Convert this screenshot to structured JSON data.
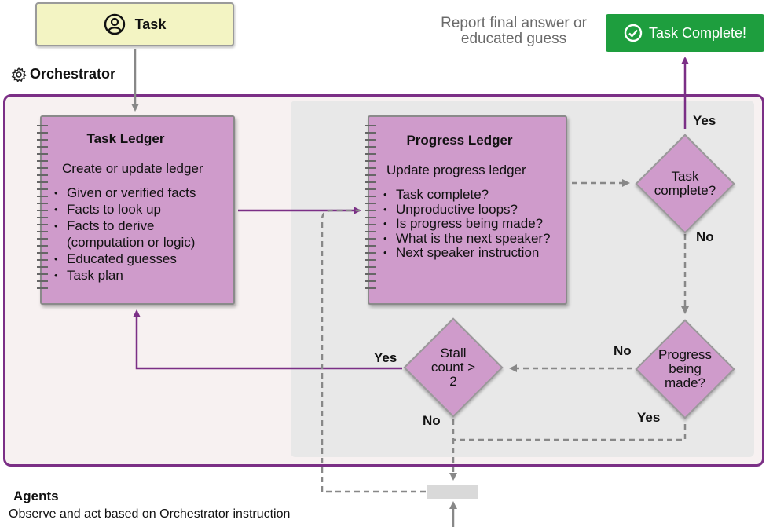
{
  "task": {
    "label": "Task",
    "icon": "user-circle-icon"
  },
  "orchestrator": {
    "label": "Orchestrator",
    "icon": "gear-icon"
  },
  "task_ledger": {
    "title": "Task Ledger",
    "subtitle": "Create or update ledger",
    "items": [
      "Given or verified facts",
      "Facts to look up",
      "Facts to derive (computation or logic)",
      "Educated guesses",
      "Task plan"
    ]
  },
  "progress_ledger": {
    "title": "Progress Ledger",
    "subtitle": "Update progress ledger",
    "items": [
      "Task complete?",
      "Unproductive loops?",
      "Is progress being made?",
      "What is the next speaker?",
      "Next speaker instruction"
    ]
  },
  "decisions": {
    "task_complete": "Task complete?",
    "progress_made": "Progress being made?",
    "stall_count": "Stall count > 2"
  },
  "labels": {
    "yes_top": "Yes",
    "no_task": "No",
    "no_progress": "No",
    "yes_progress": "Yes",
    "yes_stall": "Yes",
    "no_stall": "No"
  },
  "complete": {
    "report": "Report final answer or educated guess",
    "badge": "Task Complete!",
    "icon": "check-circle-icon",
    "color": "#1e9e3e"
  },
  "agents": {
    "title": "Agents",
    "subtitle": "Observe and act based on Orchestrator instruction"
  },
  "colors": {
    "accent": "#7b2f86",
    "ledger": "#cf9bcb",
    "task": "#f3f4c3"
  }
}
